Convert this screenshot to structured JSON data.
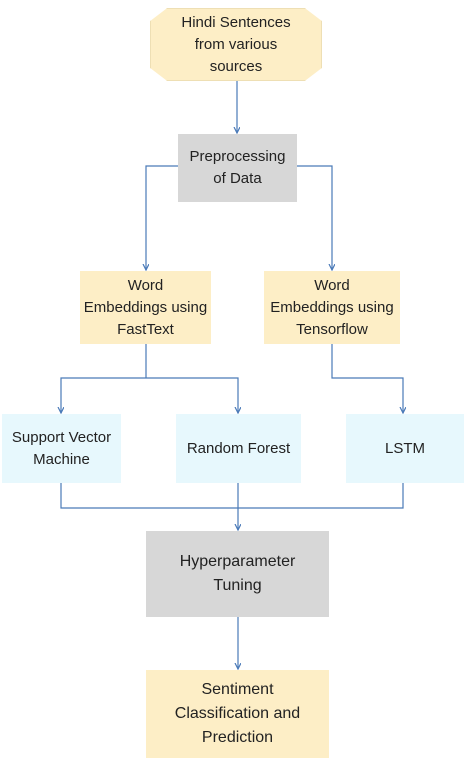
{
  "diagram": {
    "nodes": {
      "source": "Hindi Sentences\nfrom various\nsources",
      "preprocess": "Preprocessing\nof Data",
      "fasttext": "Word\nEmbeddings using\nFastText",
      "tensorflow": "Word\nEmbeddings using\nTensorflow",
      "svm": "Support Vector\nMachine",
      "rf": "Random Forest",
      "lstm": "LSTM",
      "tuning": "Hyperparameter\nTuning",
      "result": "Sentiment\nClassification and\nPrediction"
    },
    "edges": [
      [
        "source",
        "preprocess"
      ],
      [
        "preprocess",
        "fasttext"
      ],
      [
        "preprocess",
        "tensorflow"
      ],
      [
        "fasttext",
        "svm"
      ],
      [
        "fasttext",
        "rf"
      ],
      [
        "tensorflow",
        "lstm"
      ],
      [
        "svm",
        "tuning"
      ],
      [
        "rf",
        "tuning"
      ],
      [
        "lstm",
        "tuning"
      ],
      [
        "tuning",
        "result"
      ]
    ],
    "colors": {
      "arrow": "#4a7ab8",
      "input_output_fill": "#fdeec6",
      "process_fill": "#d7d7d7",
      "embedding_fill": "#fdeec6",
      "model_fill": "#e7f8fd"
    }
  }
}
